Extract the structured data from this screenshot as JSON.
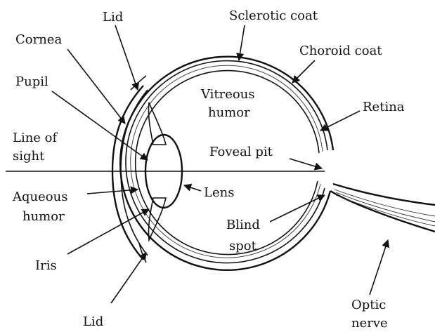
{
  "labels": {
    "lid_top": "Lid",
    "lid_bottom": "Lid",
    "cornea": "Cornea",
    "pupil": "Pupil",
    "line_of_sight_1": "Line of",
    "line_of_sight_2": "sight",
    "aqueous_humor_1": "Aqueous",
    "aqueous_humor_2": "humor",
    "iris": "Iris",
    "sclerotic_coat": "Sclerotic coat",
    "choroid_coat": "Choroid coat",
    "retina": "Retina",
    "vitreous_humor_1": "Vitreous",
    "vitreous_humor_2": "humor",
    "foveal_pit": "Foveal pit",
    "lens": "Lens",
    "blind_spot_1": "Blind",
    "blind_spot_2": "spot",
    "optic_nerve_1": "Optic",
    "optic_nerve_2": "nerve"
  },
  "colors": {
    "ink": "#111111",
    "background": "#ffffff"
  }
}
